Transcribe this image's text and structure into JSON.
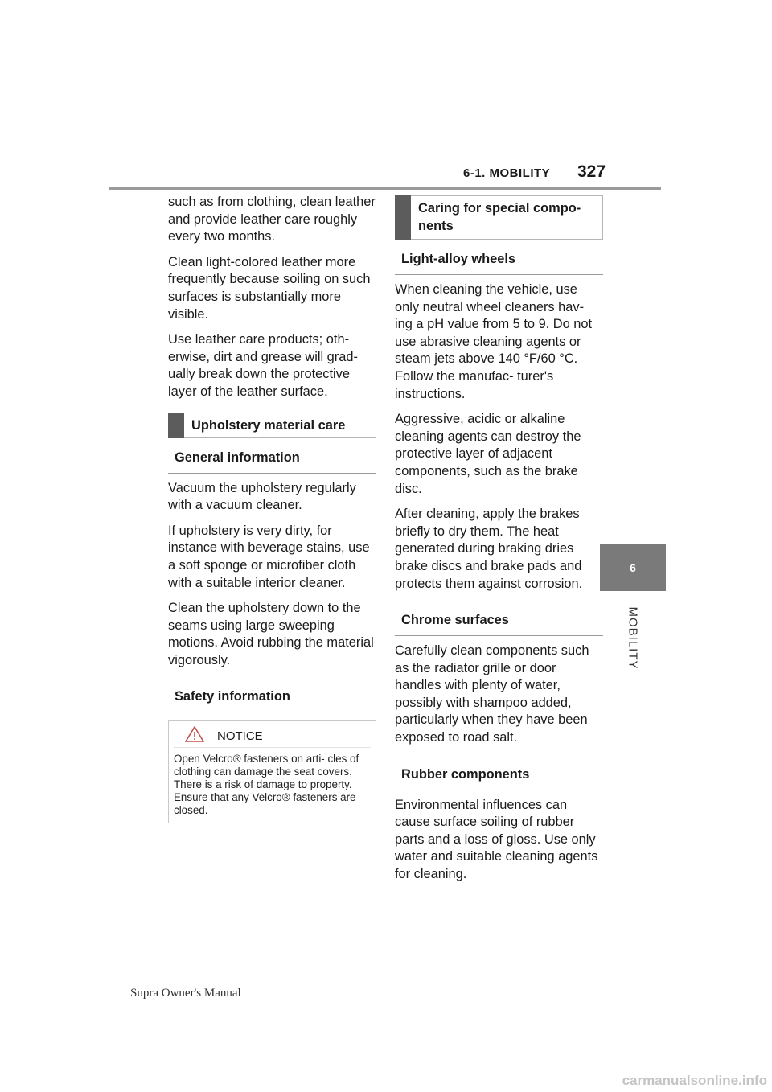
{
  "header": {
    "section": "6-1. MOBILITY",
    "page_number": "327"
  },
  "chapter_tab": {
    "number": "6",
    "side_label": "MOBILITY"
  },
  "left_column": {
    "intro_paragraphs": [
      "such as from clothing, clean leather and provide leather care roughly every two months.",
      "Clean light-colored leather more frequently because soiling on such surfaces is substantially more visible.",
      "Use leather care products; oth- erwise, dirt and grease will grad- ually break down the protective layer of the leather surface."
    ],
    "section_title": "Upholstery material care",
    "general_heading": "General information",
    "general_paragraphs": [
      "Vacuum the upholstery regularly with a vacuum cleaner.",
      "If upholstery is very dirty, for instance with beverage stains, use a soft sponge or microfiber cloth with a suitable interior cleaner.",
      "Clean the upholstery down to the seams using large sweeping motions. Avoid rubbing the material vigorously."
    ],
    "safety_heading": "Safety information",
    "notice": {
      "label": "NOTICE",
      "text": "Open Velcro® fasteners on arti- cles of clothing can damage the seat covers. There is a risk of damage to property. Ensure that any Velcro® fasteners are closed."
    }
  },
  "right_column": {
    "section_title": "Caring for special compo- nents",
    "wheels_heading": "Light-alloy wheels",
    "wheels_paragraphs": [
      "When cleaning the vehicle, use only neutral wheel cleaners hav- ing a pH value from 5 to 9. Do not use abrasive cleaning agents or steam jets above 140 °F/60 °C. Follow the manufac- turer's instructions.",
      "Aggressive, acidic or alkaline cleaning agents can destroy the protective layer of adjacent components, such as the brake disc.",
      "After cleaning, apply the brakes briefly to dry them. The heat generated during braking dries brake discs and brake pads and protects them against corrosion."
    ],
    "chrome_heading": "Chrome surfaces",
    "chrome_paragraphs": [
      "Carefully clean components such as the radiator grille or door handles with plenty of water, possibly with shampoo added, particularly when they have been exposed to road salt."
    ],
    "rubber_heading": "Rubber components",
    "rubber_paragraphs": [
      "Environmental influences can cause surface soiling of rubber parts and a loss of gloss. Use only water and suitable cleaning agents for cleaning."
    ]
  },
  "footer": {
    "manual_title": "Supra Owner's Manual",
    "watermark": "carmanualsonline.info"
  }
}
